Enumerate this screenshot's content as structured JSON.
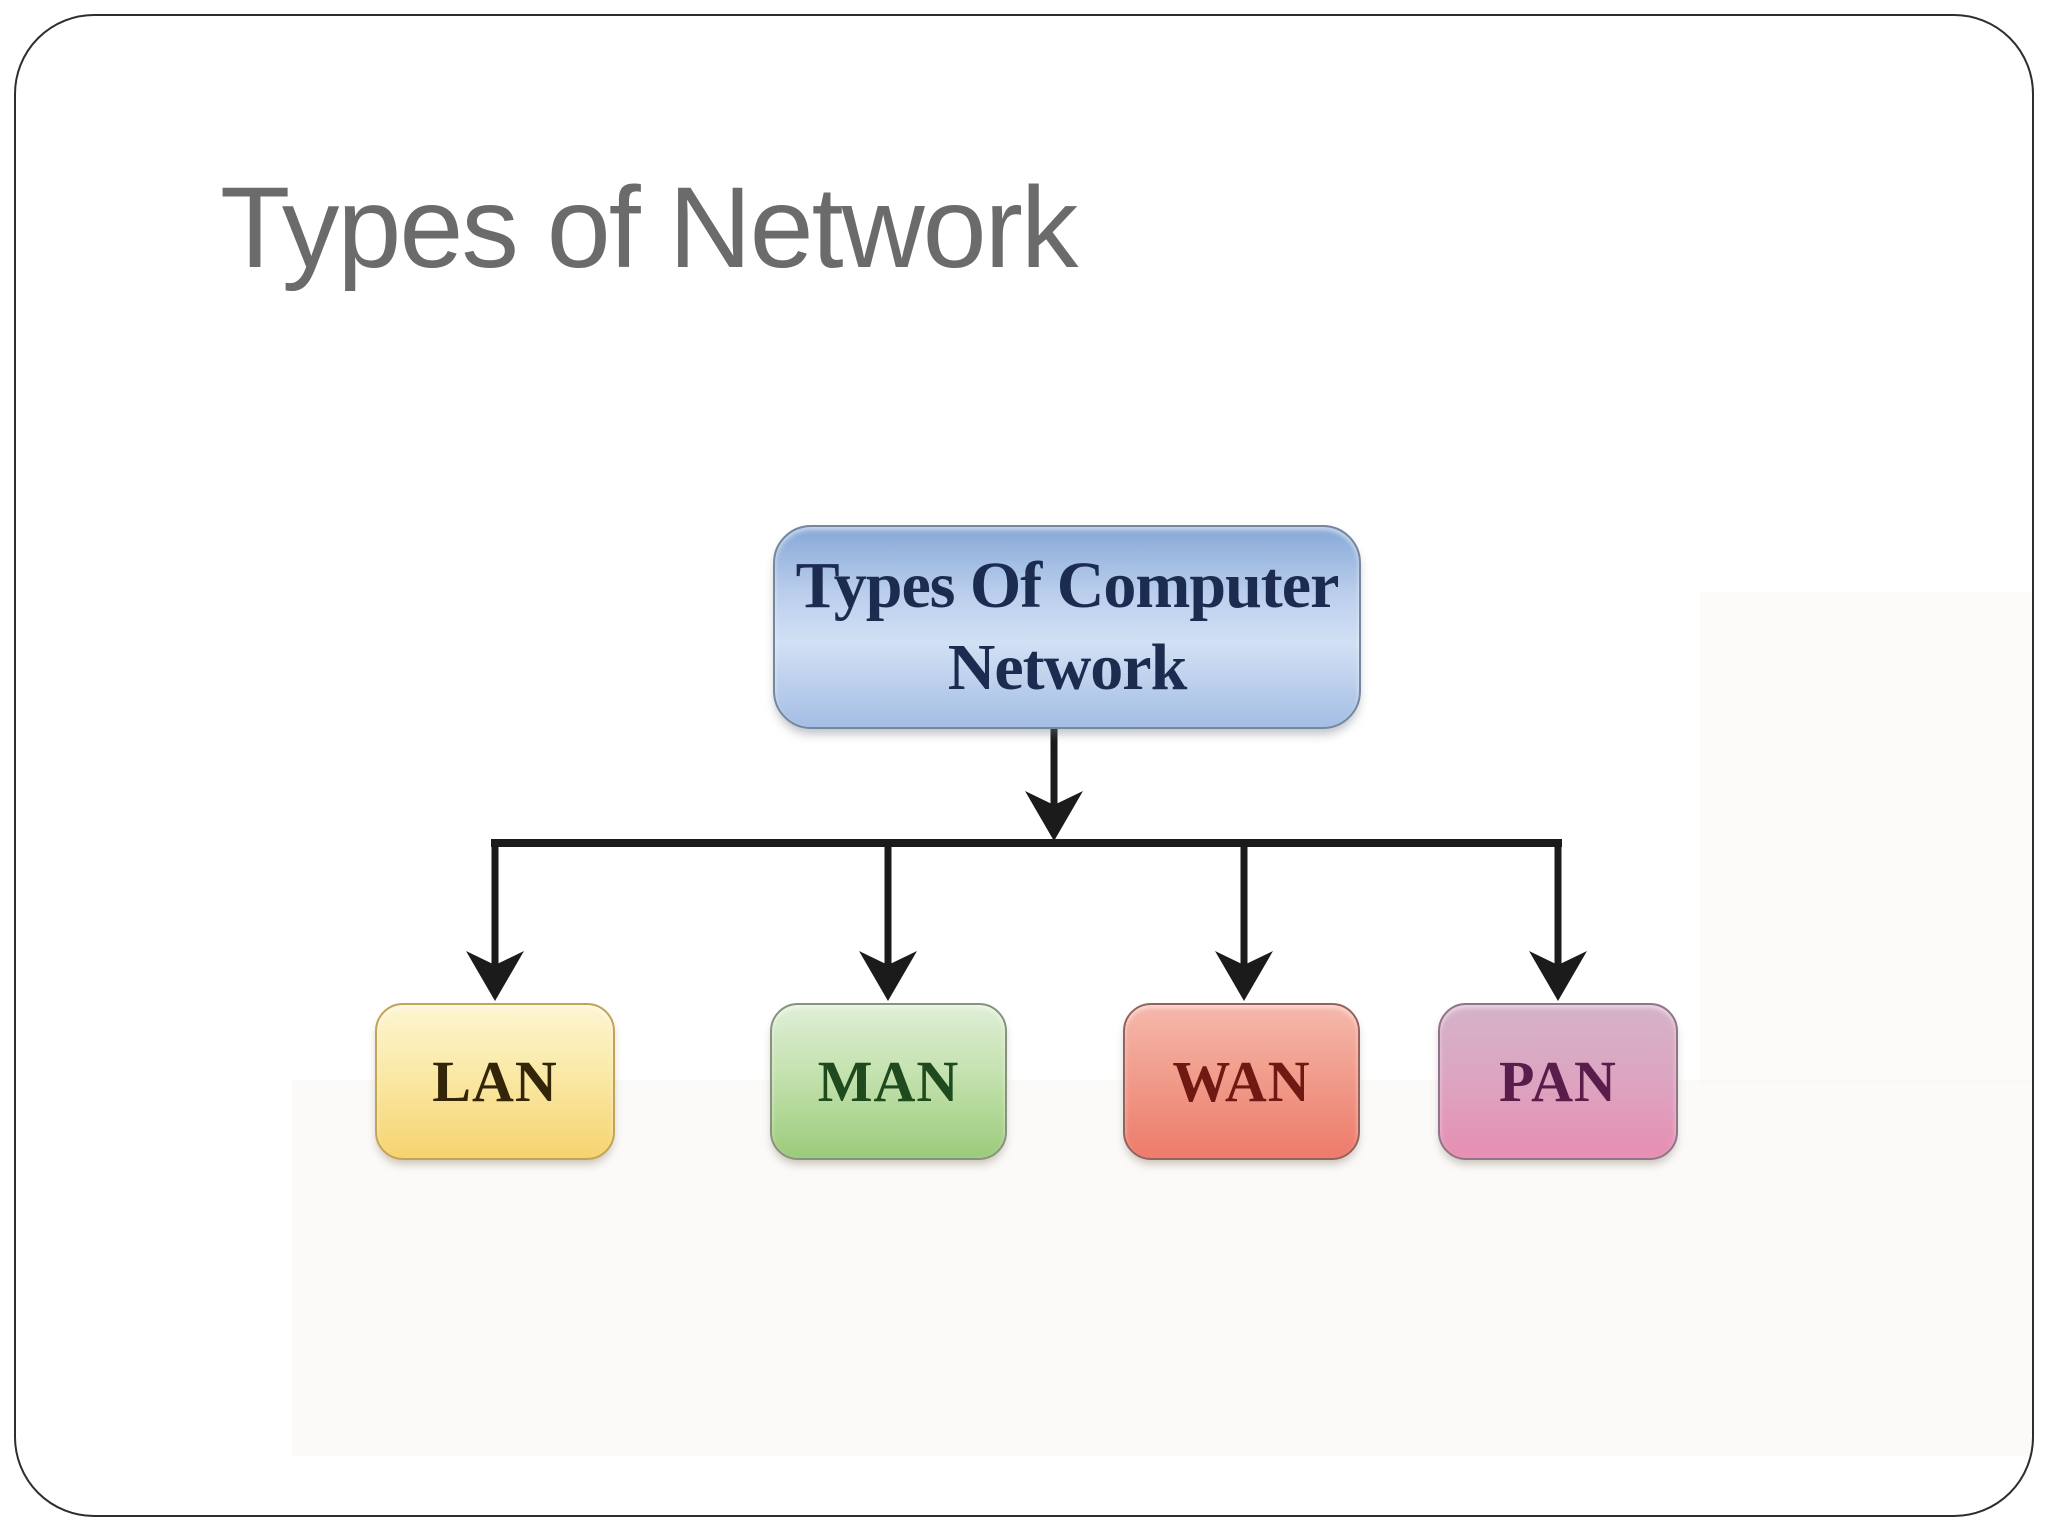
{
  "slide": {
    "title": "Types of Network"
  },
  "diagram": {
    "root": {
      "label": "Types Of Computer Network",
      "lines": [
        "Types Of Computer",
        "Network"
      ]
    },
    "children": [
      {
        "label": "LAN"
      },
      {
        "label": "MAN"
      },
      {
        "label": "WAN"
      },
      {
        "label": "PAN"
      }
    ],
    "colors": {
      "title_text": "#6b6b6b",
      "connector": "#1b1b1b",
      "root_fill": "#a9c2e6",
      "root_text": "#1b2c50",
      "lan_fill": "#f6d36e",
      "lan_text": "#332508",
      "man_fill": "#9ccb7b",
      "man_text": "#1e4a1e",
      "wan_fill": "#ed7b6a",
      "wan_text": "#701812",
      "pan_fill": "#e78fb2",
      "pan_text": "#5a1d4b"
    }
  }
}
